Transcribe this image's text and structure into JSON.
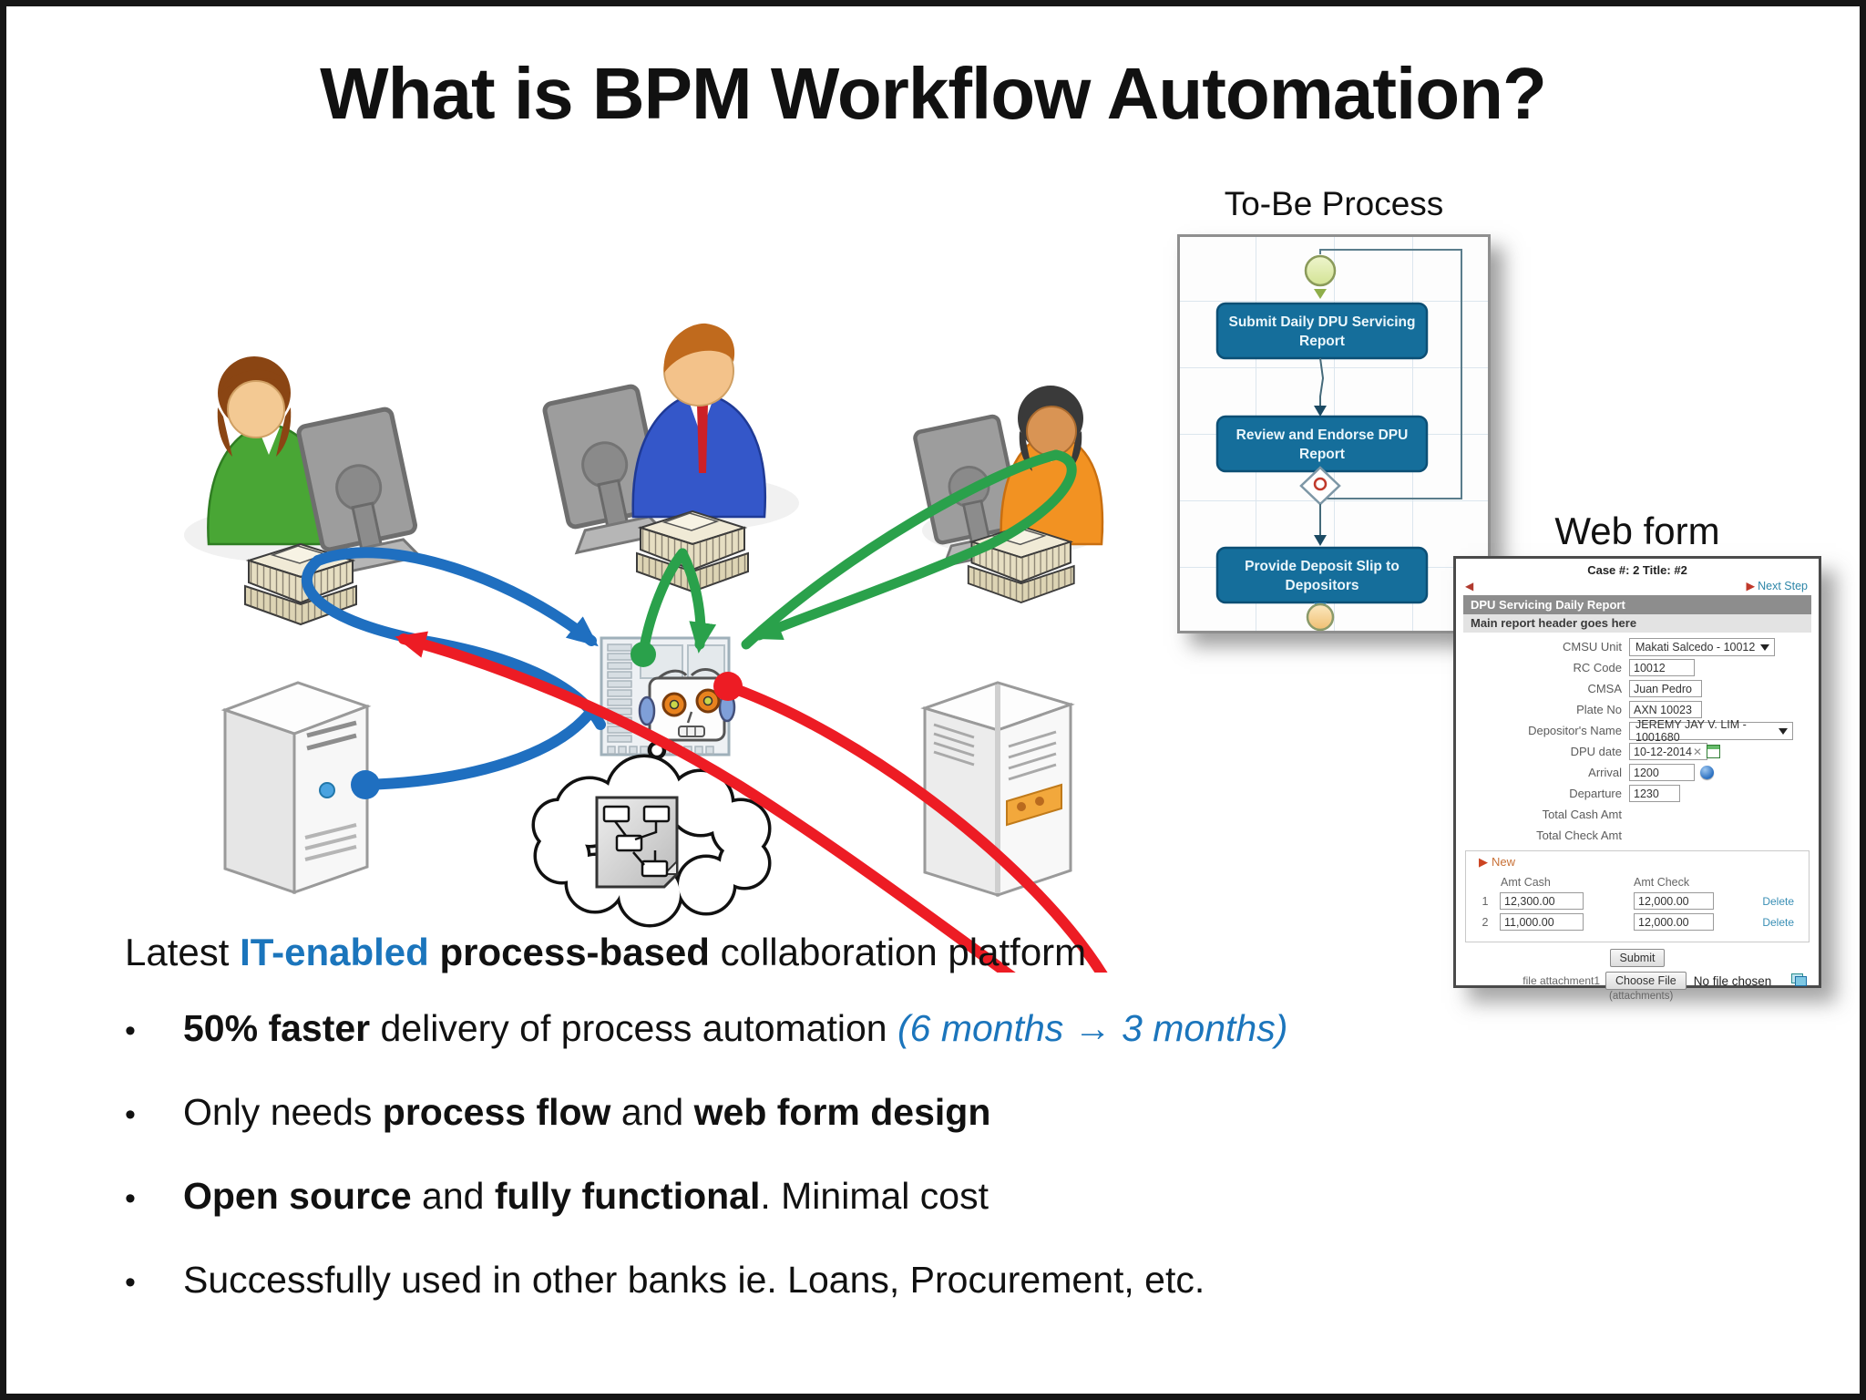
{
  "slide": {
    "title": "What is BPM Workflow Automation?",
    "intro": {
      "t1": "Latest ",
      "accent": "IT-enabled",
      "t2": " ",
      "bold": "process-based",
      "t3": " collaboration platform"
    },
    "bullet_glyph": "•",
    "bullets": {
      "b1": {
        "bold": "50% faster",
        "text": " delivery of process automation ",
        "note": "(6 months → 3 months)"
      },
      "b2": {
        "t1": "Only needs ",
        "b1": "process flow",
        "t2": " and ",
        "b2": "web form design"
      },
      "b3": {
        "b1": "Open source",
        "t1": " and ",
        "b2": "fully functional",
        "t2": ".  Minimal cost"
      },
      "b4": {
        "text": "Successfully used in other banks ie. Loans, Procurement, etc."
      }
    }
  },
  "process": {
    "label": "To-Be Process",
    "task1_line1": "Submit Daily DPU Servicing",
    "task1_line2": "Report",
    "task2_line1": "Review and Endorse DPU",
    "task2_line2": "Report",
    "task3_line1": "Provide Deposit Slip to",
    "task3_line2": "Depositors"
  },
  "webform": {
    "label": "Web form",
    "case_header": "Case #: 2    Title: #2",
    "nav": {
      "back_glyph": "◀",
      "next_glyph": "▶",
      "next_label": "Next Step"
    },
    "section_title": "DPU Servicing Daily Report",
    "subheader": "Main report header goes here",
    "fields": {
      "cmsu": {
        "label": "CMSU Unit",
        "value": "Makati Salcedo - 10012"
      },
      "rc": {
        "label": "RC Code",
        "value": "10012"
      },
      "cmsa": {
        "label": "CMSA",
        "value": "Juan Pedro"
      },
      "plate": {
        "label": "Plate No",
        "value": "AXN 10023"
      },
      "depositor": {
        "label": "Depositor's Name",
        "value": "JEREMY JAY V. LIM - 1001680"
      },
      "dpu_date": {
        "label": "DPU date",
        "value": "10-12-2014",
        "clear_glyph": "✕"
      },
      "arrival": {
        "label": "Arrival",
        "value": "1200"
      },
      "departure": {
        "label": "Departure",
        "value": "1230"
      },
      "total_cash": {
        "label": "Total Cash Amt"
      },
      "total_check": {
        "label": "Total Check Amt"
      }
    },
    "grid": {
      "new_glyph": "▶",
      "new_label": "New",
      "col_cash": "Amt Cash",
      "col_check": "Amt Check",
      "rows": [
        {
          "num": "1",
          "cash": "12,300.00",
          "check": "12,000.00",
          "action": "Delete"
        },
        {
          "num": "2",
          "cash": "11,000.00",
          "check": "12,000.00",
          "action": "Delete"
        }
      ]
    },
    "submit_label": "Submit",
    "attachment": {
      "label": "file attachment1",
      "button": "Choose File",
      "status": "No file chosen",
      "note": "(attachments)"
    }
  },
  "colors": {
    "accent_blue": "#1b75bc",
    "task_teal": "#156e9b",
    "arrow_blue": "#1f6fc0",
    "arrow_green": "#2aa14b",
    "arrow_red": "#ed1c24",
    "link_teal": "#2e86a8",
    "start_event_green": "#e1edad",
    "end_event_orange": "#f5cd8a"
  }
}
